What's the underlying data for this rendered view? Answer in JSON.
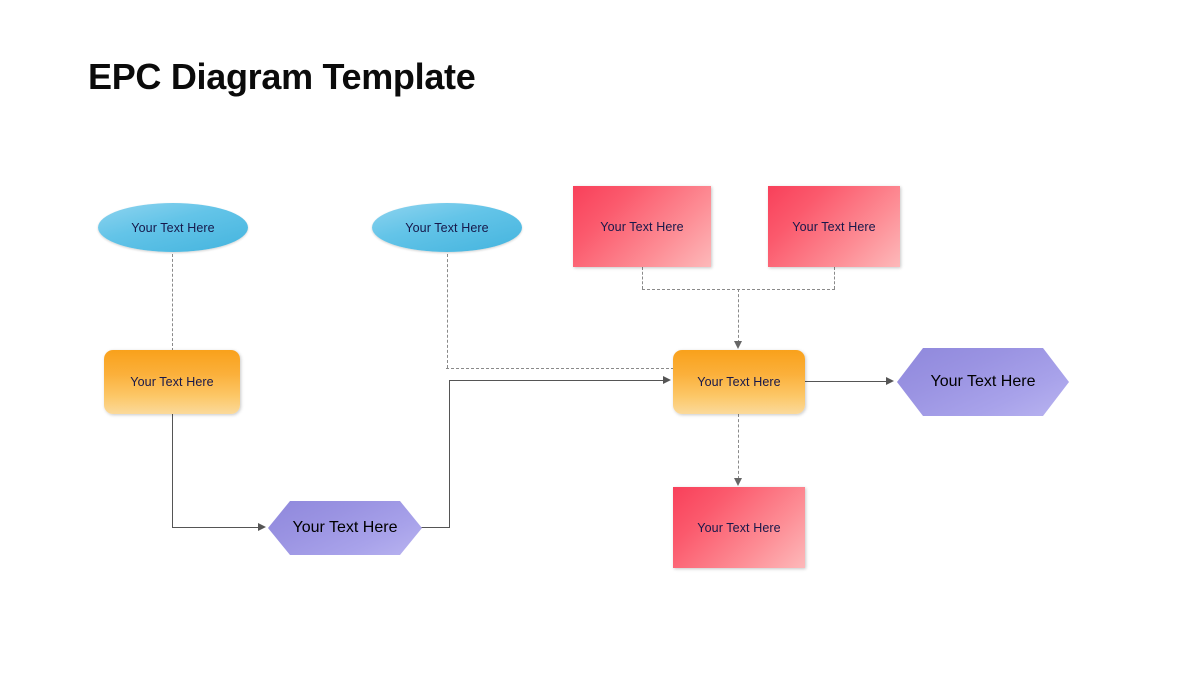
{
  "page": {
    "title": "EPC Diagram Template",
    "background": "#ffffff"
  },
  "palette": {
    "event_blue": "#63c4e8",
    "function_orange": "#fbb03b",
    "organization_red": "#fb5a6d",
    "process_purple": "#9a93e2",
    "connector_solid": "#555555",
    "connector_dashed": "#8a8a8a",
    "label_text": "#17184a",
    "title_text": "#0b0b0b"
  },
  "diagram": {
    "type": "epc-flowchart",
    "default_label": "Your Text Here",
    "nodes": [
      {
        "id": "event-1",
        "shape": "ellipse",
        "label": "Your Text Here"
      },
      {
        "id": "event-2",
        "shape": "ellipse",
        "label": "Your Text Here"
      },
      {
        "id": "org-top-left",
        "shape": "rectangle",
        "label": "Your Text Here"
      },
      {
        "id": "org-top-right",
        "shape": "rectangle",
        "label": "Your Text Here"
      },
      {
        "id": "function-left",
        "shape": "rounded-rectangle",
        "label": "Your Text Here"
      },
      {
        "id": "function-main",
        "shape": "rounded-rectangle",
        "label": "Your Text Here"
      },
      {
        "id": "process-bottom",
        "shape": "hexagon",
        "label": "Your Text Here"
      },
      {
        "id": "process-right",
        "shape": "hexagon",
        "label": "Your Text Here"
      },
      {
        "id": "org-bottom",
        "shape": "rectangle",
        "label": "Your Text Here"
      }
    ],
    "connectors": [
      {
        "from": "event-1",
        "to": "function-left",
        "style": "dashed",
        "arrow": false
      },
      {
        "from": "event-2",
        "to": "function-main",
        "style": "dashed",
        "arrow": false
      },
      {
        "from": "org-top-left",
        "to": "function-main",
        "style": "dashed",
        "arrow": true
      },
      {
        "from": "org-top-right",
        "to": "function-main",
        "style": "dashed",
        "arrow": true
      },
      {
        "from": "function-main",
        "to": "org-bottom",
        "style": "dashed",
        "arrow": true
      },
      {
        "from": "function-left",
        "to": "process-bottom",
        "style": "solid",
        "arrow": true
      },
      {
        "from": "process-bottom",
        "to": "function-main",
        "style": "solid",
        "arrow": true
      },
      {
        "from": "function-main",
        "to": "process-right",
        "style": "solid",
        "arrow": true
      }
    ]
  }
}
